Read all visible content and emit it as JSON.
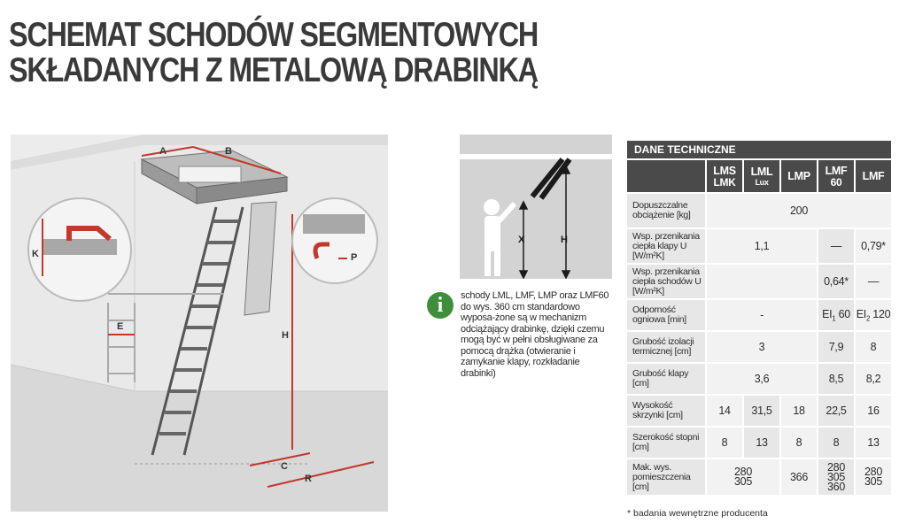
{
  "title": {
    "line1": "SCHEMAT SCHODÓW SEGMENTOWYCH",
    "line2": "SKŁADANYCH Z METALOWĄ DRABINKĄ"
  },
  "diagram": {
    "labels": {
      "a": "A",
      "b": "B",
      "k": "K",
      "e": "E",
      "h": "H",
      "p": "P",
      "c": "C",
      "r": "R"
    }
  },
  "icon_panel": {
    "x": "X",
    "h": "H"
  },
  "info": {
    "text": "schody LML, LMF, LMP oraz LMF60 do wys. 360 cm standardowo wyposa-żone są w mechanizm odciążający drabinkę, dzięki czemu mogą być w pełni obsługiwane za pomocą drążka (otwieranie i zamykanie klapy, rozkładanie drabinki)"
  },
  "table": {
    "title": "DANE TECHNICZNE",
    "columns": [
      {
        "main": "LMS",
        "sub": "LMK"
      },
      {
        "main": "LML",
        "sub": "Lux"
      },
      {
        "main": "LMP",
        "sub": ""
      },
      {
        "main": "LMF",
        "sub": "60"
      },
      {
        "main": "LMF",
        "sub": ""
      }
    ],
    "rows": {
      "load": {
        "label": "Dopuszczalne obciążenie [kg]",
        "value": "200"
      },
      "u_hatch": {
        "label": "Wsp. przenikania ciepła klapy U [W/m²K]",
        "v1": "1,1",
        "v2": "—",
        "v3": "0,79*"
      },
      "u_stairs": {
        "label": "Wsp. przenikania ciepła schodów U [W/m²K]",
        "v1": "0,64*",
        "v2": "—"
      },
      "fire": {
        "label": "Odporność ogniowa [min]",
        "v1": "-",
        "v2": "EI",
        "v2sub": "1",
        "v2val": "60",
        "v3": "EI",
        "v3sub": "2",
        "v3val": "120"
      },
      "insulation": {
        "label": "Grubość izolacji termicznej [cm]",
        "v1": "3",
        "v2": "7,9",
        "v3": "8"
      },
      "hatch_thickness": {
        "label": "Grubość klapy [cm]",
        "v1": "3,6",
        "v2": "8,5",
        "v3": "8,2"
      },
      "box_height": {
        "label": "Wysokość skrzynki [cm]",
        "values": [
          "14",
          "31,5",
          "18",
          "22,5",
          "16"
        ]
      },
      "step_width": {
        "label": "Szerokość stopni [cm]",
        "values": [
          "8",
          "13",
          "8",
          "8",
          "13"
        ]
      },
      "max_height": {
        "label": "Mak. wys. pomieszczenia [cm]",
        "v1a": "280",
        "v1b": "305",
        "v2": "366",
        "v3a": "280",
        "v3b": "305",
        "v3c": "360",
        "v4a": "280",
        "v4b": "305"
      }
    },
    "footnote": "* badania wewnętrzne producenta"
  },
  "colors": {
    "table_header": "#4a4a4a",
    "cell": "#e7e7e7",
    "accent_red": "#c0392b",
    "info_green": "#3f8f3a"
  }
}
